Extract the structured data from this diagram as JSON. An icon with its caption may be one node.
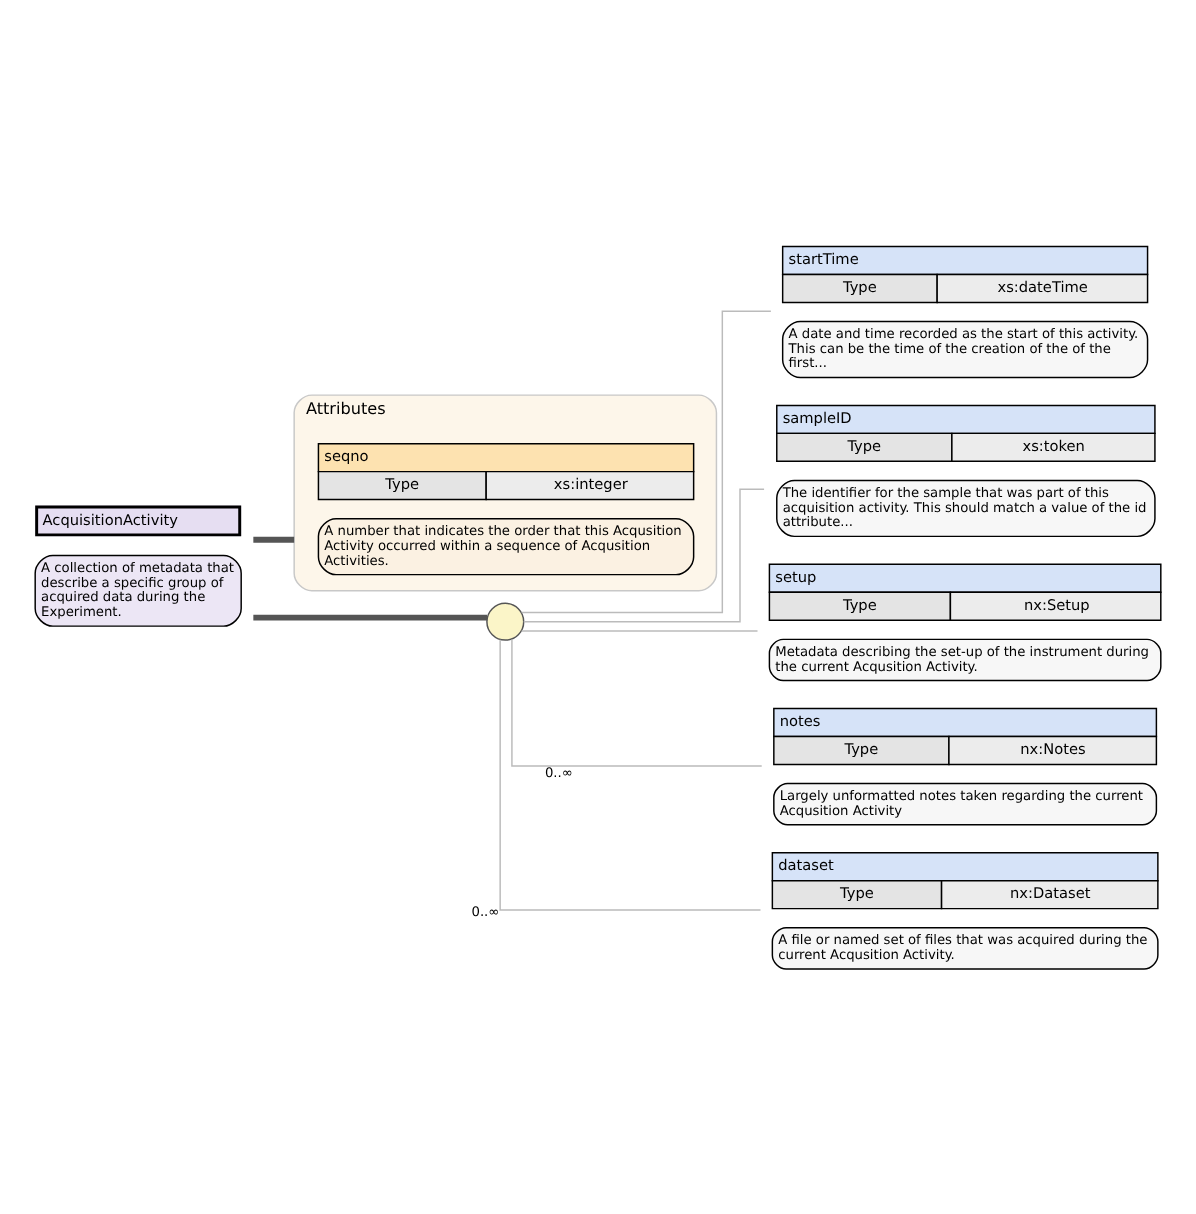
{
  "diagram": {
    "nodes": [
      {
        "text": [
          "AcquisitionActivity",
          "A collection of metadata that describe a specific group of acquired data during the Experiment."
        ]
      },
      {
        "text": [
          "Attributes"
        ]
      },
      {
        "text": [
          "seqno",
          "Type",
          "xs:integer",
          "A number that indicates the order that this Acqusition Activity occurred within a sequence of Acqusition Activities."
        ],
        "in": 1
      },
      {
        "text": [],
        "shape": "circle"
      },
      {
        "text": [
          "startTime",
          "Type",
          "xs:dateTime",
          "A date and time recorded as the start of this activity. This can be the time of the creation of the of the first..."
        ]
      },
      {
        "text": [
          "sampleID",
          "Type",
          "xs:token",
          "The identifier for the sample that was part of this acquisition activity. This should match a value of the id attribute..."
        ]
      },
      {
        "text": [
          "setup",
          "Type",
          "nx:Setup",
          "Metadata describing the set-up of the instrument during the current Acqusition Activity."
        ]
      },
      {
        "text": [
          "notes",
          "Type",
          "nx:Notes",
          "Largely unformatted notes taken regarding the current Acqusition Activity"
        ]
      },
      {
        "text": [
          "dataset",
          "Type",
          "nx:Dataset",
          "A file or named set of files that was acquired during the current Acqusition Activity."
        ]
      }
    ],
    "edges": [
      {
        "from": 0,
        "to": 1,
        "arrow": "none",
        "style": "thick",
        "color": "#555555"
      },
      {
        "from": 0,
        "to": 3,
        "arrow": "none",
        "style": "thick",
        "color": "#555555"
      },
      {
        "from": 3,
        "to": 4,
        "arrow": "none"
      },
      {
        "from": 3,
        "to": 5,
        "arrow": "none"
      },
      {
        "from": 3,
        "to": 6,
        "arrow": "none"
      },
      {
        "from": 3,
        "to": 7,
        "arrow": "none",
        "label": "0..∞"
      },
      {
        "from": 3,
        "to": 8,
        "arrow": "none",
        "label": "0..∞"
      }
    ]
  }
}
